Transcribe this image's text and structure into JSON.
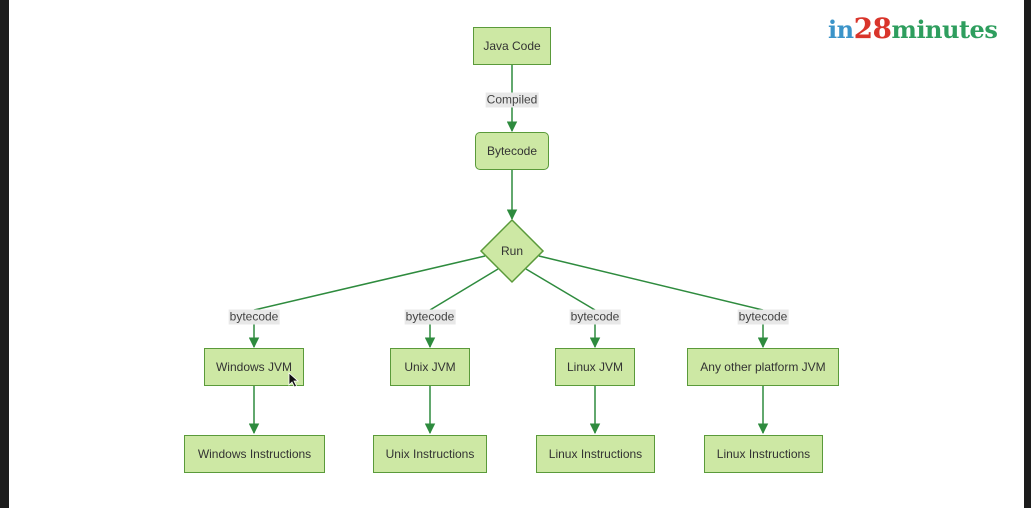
{
  "logo": {
    "prefix": "in",
    "number": "28",
    "suffix": "minutes"
  },
  "nodes": {
    "java_code": "Java Code",
    "bytecode": "Bytecode",
    "run": "Run",
    "windows_jvm": "Windows JVM",
    "unix_jvm": "Unix JVM",
    "linux_jvm": "Linux JVM",
    "other_jvm": "Any other platform JVM",
    "windows_instructions": "Windows Instructions",
    "unix_instructions": "Unix Instructions",
    "linux_instructions_1": "Linux Instructions",
    "linux_instructions_2": "Linux Instructions"
  },
  "edge_labels": {
    "compiled": "Compiled",
    "bytecode_1": "bytecode",
    "bytecode_2": "bytecode",
    "bytecode_3": "bytecode",
    "bytecode_4": "bytecode"
  },
  "colors": {
    "node_fill": "#cde8a4",
    "node_border": "#5a9a3a",
    "edge": "#2e8b3e",
    "logo_blue": "#3b94c9",
    "logo_red": "#d9352b",
    "logo_green": "#2e9e5e"
  }
}
